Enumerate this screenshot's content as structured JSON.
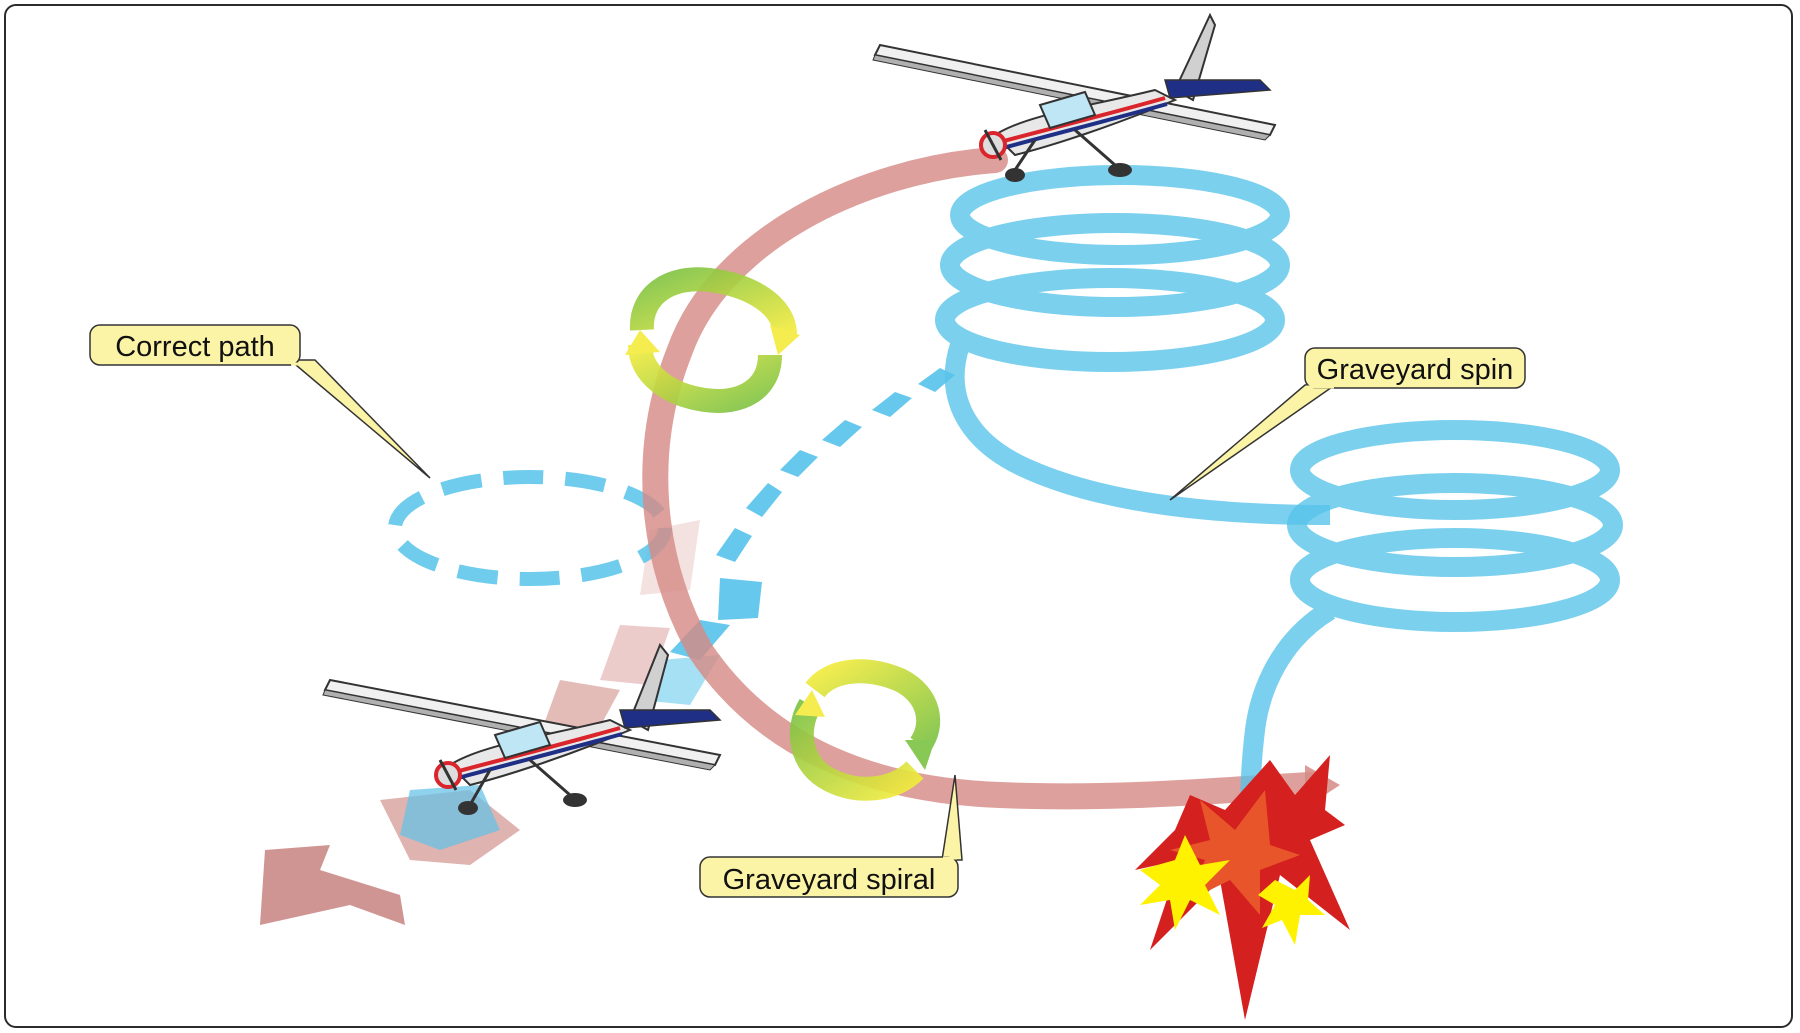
{
  "labels": {
    "correct_path": "Correct path",
    "graveyard_spin": "Graveyard spin",
    "graveyard_spiral": "Graveyard spiral"
  },
  "colors": {
    "spin_blue": "#56c3ea",
    "spiral_red": "#d58b86",
    "callout_fill": "#fbf3a6",
    "arrow_yellow": "#f4ec3c",
    "arrow_green": "#7cc242",
    "explosion_red": "#d4201f",
    "explosion_yellow": "#fff200",
    "aircraft_trim_blue": "#1f2f86",
    "aircraft_trim_red": "#d9252b"
  },
  "icons": [
    "airplane-icon",
    "explosion-icon",
    "rotation-arrows-icon"
  ]
}
